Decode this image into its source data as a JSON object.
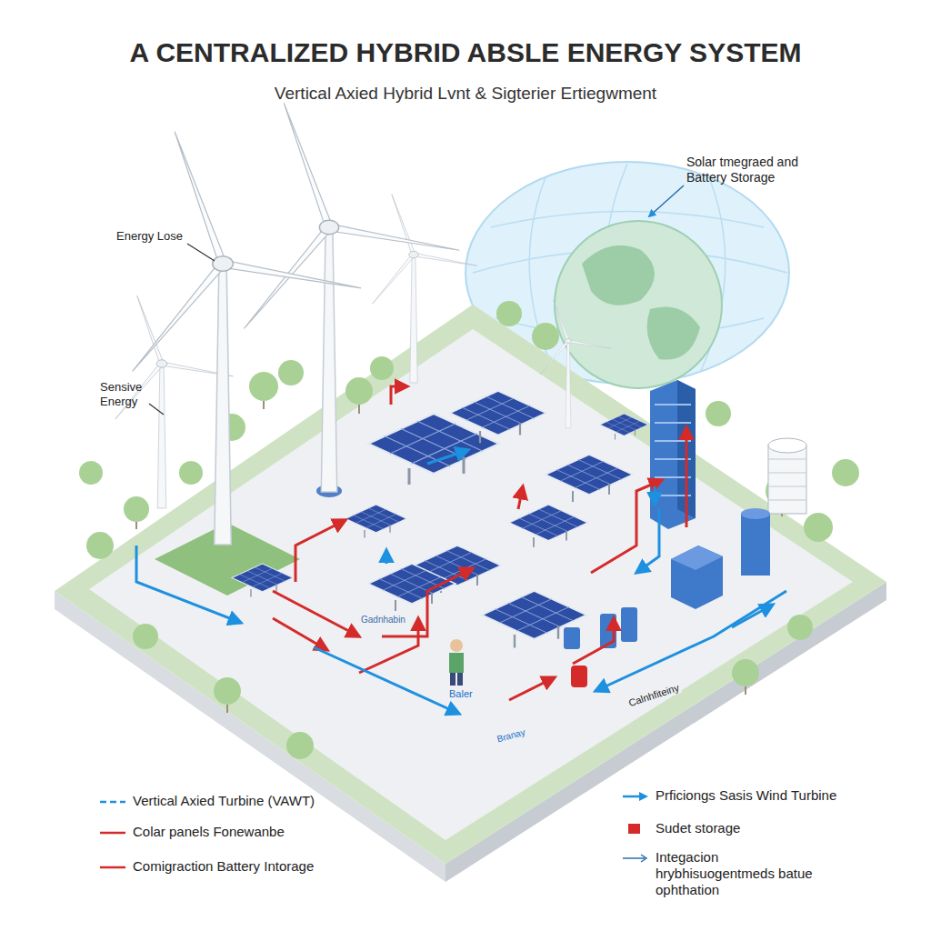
{
  "diagram": {
    "title": "A CENTRALIZED HYBRID ABSLE ENERGY SYSTEM",
    "labels": [
      "Vertical Axied Hybrid Lvnt & Sigterier Ertiegwment",
      "Energy Lose",
      "Sensive Energy",
      "Solar tmegraed and Battery Storage",
      "Gadnhabin",
      "Baler",
      "Calnhfiteiny",
      "Branay"
    ],
    "legend": [
      {
        "text": "Vertical Axied Turbine (VAWT)"
      },
      {
        "text": "Colar panels Fonewanbe"
      },
      {
        "text": "Comigraction Battery Intorage"
      },
      {
        "text": "Prficiongs Sasis Wind Turbine"
      },
      {
        "text": "Sudet storage",
        "color": "#d42a2a"
      },
      {
        "text": "Integacion hrybhisuogentmeds batue ophthation"
      }
    ]
  }
}
